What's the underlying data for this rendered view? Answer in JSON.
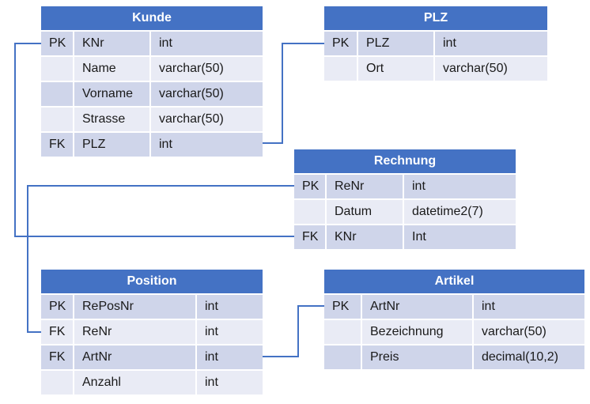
{
  "colors": {
    "header_bg": "#4472c4",
    "header_text": "#ffffff",
    "row_dark": "#cfd5ea",
    "row_light": "#e9ebf5",
    "connector": "#4472c4"
  },
  "tables": {
    "kunde": {
      "title": "Kunde",
      "rows": [
        {
          "key": "PK",
          "field": "KNr",
          "type": "int"
        },
        {
          "key": "",
          "field": "Name",
          "type": "varchar(50)"
        },
        {
          "key": "",
          "field": "Vorname",
          "type": "varchar(50)"
        },
        {
          "key": "",
          "field": "Strasse",
          "type": "varchar(50)"
        },
        {
          "key": "FK",
          "field": "PLZ",
          "type": "int"
        }
      ]
    },
    "plz": {
      "title": "PLZ",
      "rows": [
        {
          "key": "PK",
          "field": "PLZ",
          "type": "int"
        },
        {
          "key": "",
          "field": "Ort",
          "type": "varchar(50)"
        }
      ]
    },
    "rechnung": {
      "title": "Rechnung",
      "rows": [
        {
          "key": "PK",
          "field": "ReNr",
          "type": "int"
        },
        {
          "key": "",
          "field": "Datum",
          "type": "datetime2(7)"
        },
        {
          "key": "FK",
          "field": "KNr",
          "type": "Int"
        }
      ]
    },
    "position": {
      "title": "Position",
      "rows": [
        {
          "key": "PK",
          "field": "RePosNr",
          "type": "int"
        },
        {
          "key": "FK",
          "field": "ReNr",
          "type": "int"
        },
        {
          "key": "FK",
          "field": "ArtNr",
          "type": "int"
        },
        {
          "key": "",
          "field": "Anzahl",
          "type": "int"
        }
      ]
    },
    "artikel": {
      "title": "Artikel",
      "rows": [
        {
          "key": "PK",
          "field": "ArtNr",
          "type": "int"
        },
        {
          "key": "",
          "field": "Bezeichnung",
          "type": "varchar(50)"
        },
        {
          "key": "",
          "field": "Preis",
          "type": "decimal(10,2)"
        }
      ]
    }
  }
}
